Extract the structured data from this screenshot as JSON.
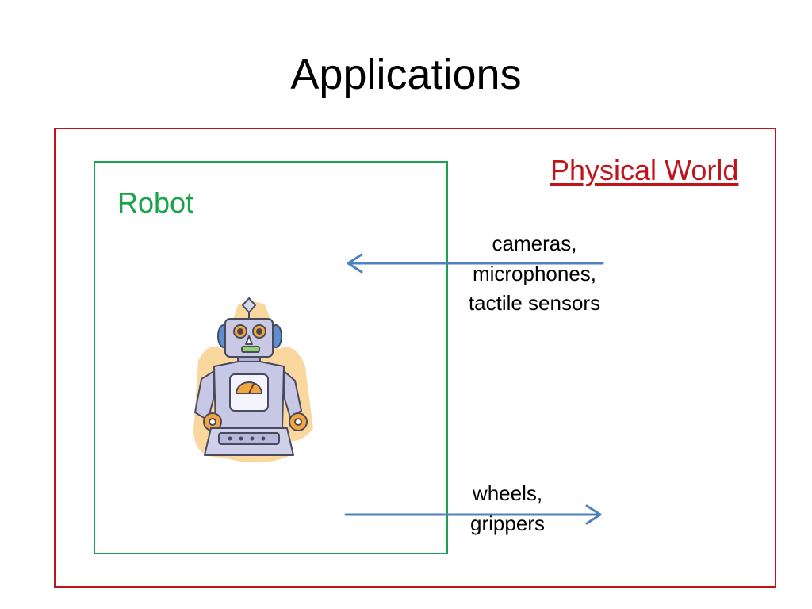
{
  "slide": {
    "title": "Applications"
  },
  "world": {
    "label": "Physical World",
    "color": "#c0141c"
  },
  "robot": {
    "label": "Robot",
    "color": "#1aa34a",
    "image": "robot-clipart-icon"
  },
  "sensors": {
    "lines": [
      "cameras,",
      "microphones,",
      "tactile sensors"
    ]
  },
  "actuators": {
    "lines": [
      "wheels,",
      "grippers"
    ]
  },
  "arrows": {
    "color": "#4f81bd"
  }
}
